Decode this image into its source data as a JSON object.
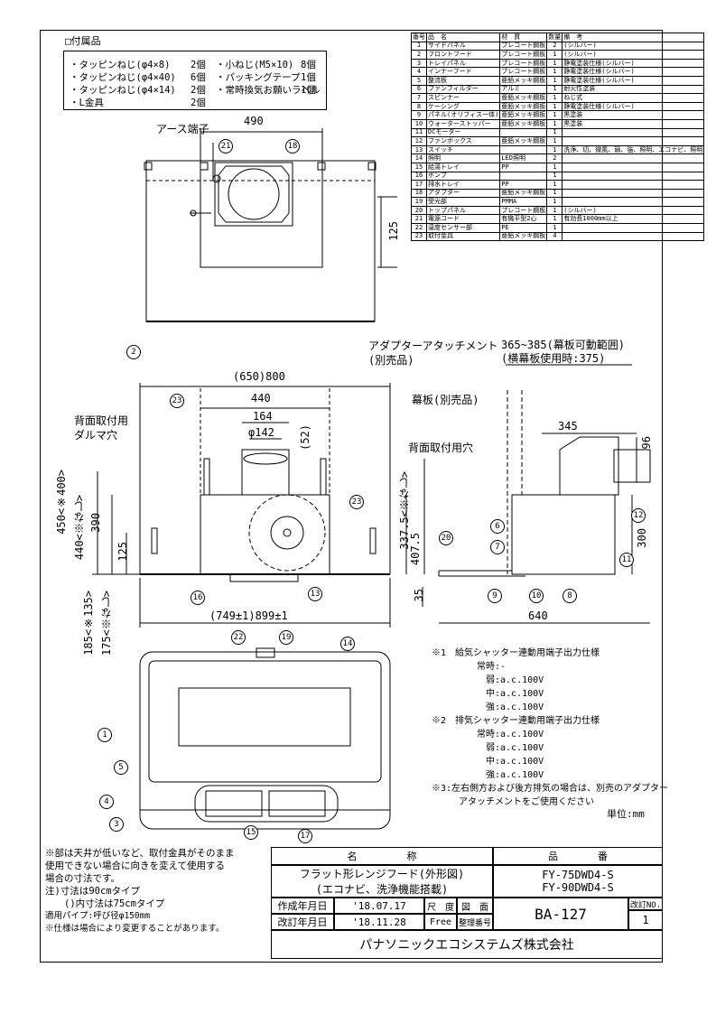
{
  "accessories": {
    "heading": "□付属品",
    "left": [
      {
        "name": "・タッピンねじ(φ4×8)",
        "qty": "2個"
      },
      {
        "name": "・タッピンねじ(φ4×40)",
        "qty": "6個"
      },
      {
        "name": "・タッピンねじ(φ4×14)",
        "qty": "2個"
      },
      {
        "name": "・L金具",
        "qty": "2個"
      }
    ],
    "right": [
      {
        "name": "・小ねじ(M5×10)",
        "qty": "8個"
      },
      {
        "name": "・パッキングテープ",
        "qty": "1個"
      },
      {
        "name": "・常時換気お願いラベル",
        "qty": "1個"
      }
    ]
  },
  "parts_table": {
    "headers": [
      "番号",
      "品　名",
      "材　質",
      "数量",
      "備　考"
    ],
    "rows": [
      [
        "1",
        "サイドパネル",
        "プレコート鋼板",
        "2",
        "(シルバー)"
      ],
      [
        "2",
        "フロントフード",
        "プレコート鋼板",
        "1",
        "(シルバー)"
      ],
      [
        "3",
        "トレイパネル",
        "プレコート鋼板",
        "1",
        "静電塗装仕様(シルバー)"
      ],
      [
        "4",
        "インナーフード",
        "プレコート鋼板",
        "1",
        "静電塗装仕様(シルバー)"
      ],
      [
        "5",
        "整流板",
        "亜鉛メッキ鋼板",
        "1",
        "静電塗装仕様(シルバー)"
      ],
      [
        "6",
        "ファンフィルター",
        "アルミ",
        "1",
        "耐火性塗装"
      ],
      [
        "7",
        "スピンナー",
        "亜鉛メッキ鋼板",
        "1",
        "ねじ式"
      ],
      [
        "8",
        "ケーシング",
        "亜鉛メッキ鋼板",
        "1",
        "静電塗装仕様(シルバー)"
      ],
      [
        "9",
        "パネル(オリフィス一体)",
        "亜鉛メッキ鋼板",
        "1",
        "黒塗装"
      ],
      [
        "10",
        "ウォーターストッパー",
        "亜鉛メッキ鋼板",
        "1",
        "黒塗装"
      ],
      [
        "11",
        "DCモーター",
        "",
        "1",
        ""
      ],
      [
        "12",
        "ファンボックス",
        "亜鉛メッキ鋼板",
        "1",
        ""
      ],
      [
        "13",
        "スイッチ",
        "",
        "1",
        "洗浄、切、微風、弱、強、照明、エコナビ、照明"
      ],
      [
        "14",
        "照明",
        "LED照明",
        "2",
        ""
      ],
      [
        "15",
        "給湯トレイ",
        "PP",
        "1",
        ""
      ],
      [
        "16",
        "ポンプ",
        "",
        "1",
        ""
      ],
      [
        "17",
        "排水トレイ",
        "PP",
        "1",
        ""
      ],
      [
        "18",
        "アダプター",
        "亜鉛メッキ鋼板",
        "1",
        ""
      ],
      [
        "19",
        "受光部",
        "PMMA",
        "1",
        ""
      ],
      [
        "20",
        "トップパネル",
        "プレコート鋼板",
        "1",
        "(シルバー)"
      ],
      [
        "21",
        "電源コード",
        "有機平型2心",
        "1",
        "有効長1000mm以上"
      ],
      [
        "22",
        "温度センサー部",
        "PE",
        "1",
        ""
      ],
      [
        "23",
        "取付金具",
        "亜鉛メッキ鋼板",
        "4",
        ""
      ]
    ]
  },
  "labels": {
    "earth": "アース端子",
    "adapter_attach": "アダプターアタッチメント",
    "separately_sold": "(別売品)",
    "curtain_board": "幕板(別売品)",
    "back_mount_daruma_1": "背面取付用",
    "back_mount_daruma_2": "ダルマ穴",
    "back_mount_hole": "背面取付用穴",
    "curtain_range": "365~385(幕板可動範囲)",
    "curtain_use": "(横幕板使用時:375)"
  },
  "dimensions": {
    "top_width": "490",
    "top_depth": "125",
    "front_width": "(650)800",
    "inner_width": "440",
    "duct_164": "164",
    "duct_phi": "φ142",
    "d52": "(52)",
    "h450": "450<※400>",
    "h440": "440<※なし>",
    "h390": "390",
    "h125": "125",
    "h3375": "337.5<※なし>",
    "h4075": "407.5",
    "h185": "185<※135>",
    "h175": "175<※なし>",
    "bottom_width": "(749±1)899±1",
    "side_345": "345",
    "side_96": "96",
    "side_300": "300",
    "side_35": "35",
    "side_640": "640"
  },
  "spec_notes": [
    "※1　給気シャッター連動用端子出力仕様",
    "　　　　　常時:-",
    "　　　　　　弱:a.c.100V",
    "　　　　　　中:a.c.100V",
    "　　　　　　強:a.c.100V",
    "※2　排気シャッター連動用端子出力仕様",
    "　　　　　常時:a.c.100V",
    "　　　　　　弱:a.c.100V",
    "　　　　　　中:a.c.100V",
    "　　　　　　強:a.c.100V",
    "※3:左右側方および後方排気の場合は、別売のアダプター",
    "　　　アタッチメントをご使用ください"
  ],
  "unit": "単位:mm",
  "footnotes": [
    "※部は天井が低いなど、取付金具がそのまま",
    "使用できない場合に向きを変えて使用する",
    "場合の寸法です。",
    "注)寸法は90cmタイプ",
    "　　()内寸法は75cmタイプ",
    "適用パイプ:呼び径φ150mm",
    "※仕様は場合により変更することがあります。"
  ],
  "title_block": {
    "name_header": "名　　　　　称",
    "number_header": "品　　　　番",
    "name_line1": "フラット形レンジフード(外形図)",
    "name_line2": "(エコナビ、洗浄機能搭載)",
    "model1": "FY-75DWD4-S",
    "model2": "FY-90DWD4-S",
    "created_label": "作成年月日",
    "created_date": "'18.07.17",
    "revised_label": "改訂年月日",
    "revised_date": "'18.11.28",
    "scale_label": "尺　度",
    "scale_value": "Free",
    "drawing_label": "図　面",
    "mgmt_label": "整理番号",
    "drawing_no": "BA-127",
    "rev_label": "改訂NO.",
    "rev_value": "1",
    "company": "パナソニックエコシステムズ株式会社"
  },
  "callouts": [
    "1",
    "2",
    "3",
    "4",
    "5",
    "6",
    "7",
    "8",
    "9",
    "10",
    "11",
    "12",
    "13",
    "14",
    "15",
    "16",
    "17",
    "18",
    "19",
    "20",
    "21",
    "22",
    "23"
  ]
}
